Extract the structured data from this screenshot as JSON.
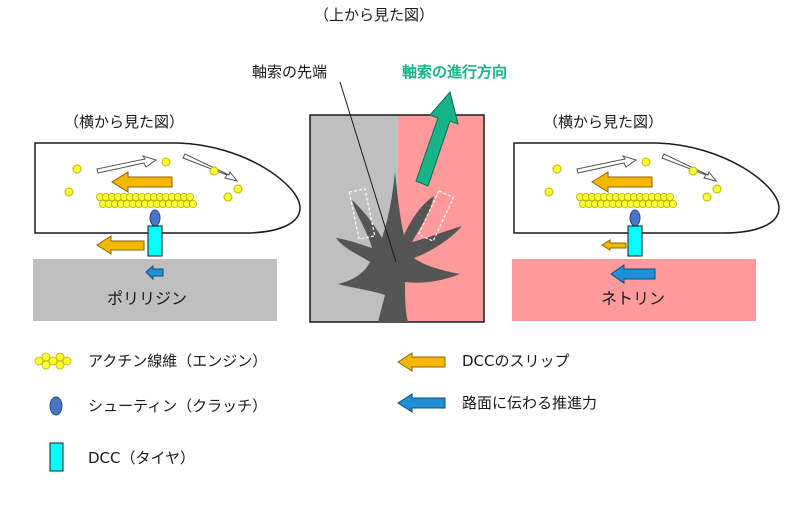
{
  "center": {
    "title": "（上から見た図）",
    "tip_label": "軸索の先端",
    "direction_label": "軸索の進行方向"
  },
  "left": {
    "title": "（横から見た図）",
    "substrate_label": "ポリリジン"
  },
  "right": {
    "title": "（横から見た図）",
    "substrate_label": "ネトリン"
  },
  "legend": [
    {
      "icon": "actin-filament-icon",
      "label": "アクチン線維（エンジン）"
    },
    {
      "icon": "shootin-icon",
      "label": "シューティン（クラッチ）"
    },
    {
      "icon": "dcc-icon",
      "label": "DCC（タイヤ）"
    },
    {
      "icon": "orange-arrow-icon",
      "label": "DCCのスリップ"
    },
    {
      "icon": "blue-arrow-icon",
      "label": "路面に伝わる推進力"
    }
  ],
  "colors": {
    "actin": "#ffff33",
    "actin_edge": "#b5b500",
    "shootin": "#4a74c4",
    "dcc": "#00ffff",
    "slip_arrow": "#f5b800",
    "force_arrow": "#1f8fd8",
    "direction_arrow": "#19b38a",
    "polylysine": "#bfbfbf",
    "netrin": "#ff9a9a",
    "growth_cone": "#555555"
  }
}
